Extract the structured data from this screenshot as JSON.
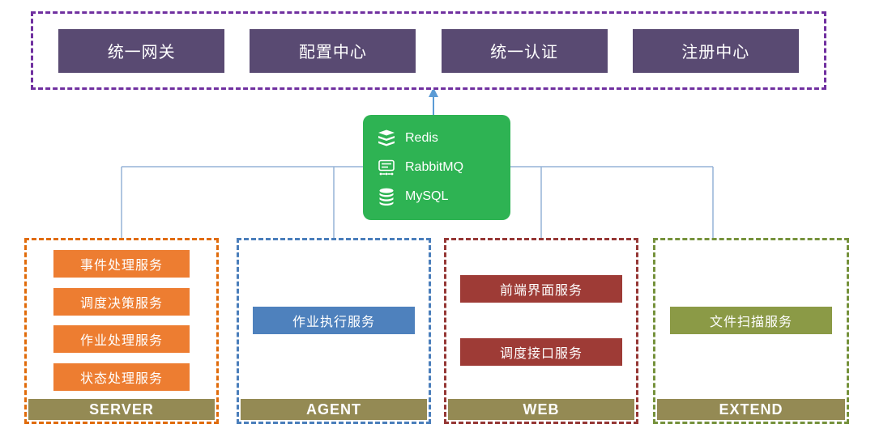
{
  "top": {
    "items": [
      {
        "label": "统一网关"
      },
      {
        "label": "配置中心"
      },
      {
        "label": "统一认证"
      },
      {
        "label": "注册中心"
      }
    ]
  },
  "middleware": {
    "items": [
      {
        "label": "Redis",
        "icon": "redis-icon"
      },
      {
        "label": "RabbitMQ",
        "icon": "rabbitmq-icon"
      },
      {
        "label": "MySQL",
        "icon": "mysql-icon"
      }
    ]
  },
  "groups": [
    {
      "label": "SERVER",
      "services": [
        "事件处理服务",
        "调度决策服务",
        "作业处理服务",
        "状态处理服务"
      ]
    },
    {
      "label": "AGENT",
      "services": [
        "作业执行服务"
      ]
    },
    {
      "label": "WEB",
      "services": [
        "前端界面服务",
        "调度接口服务"
      ]
    },
    {
      "label": "EXTEND",
      "services": [
        "文件扫描服务"
      ]
    }
  ],
  "palette": {
    "top_box": "#594a72",
    "top_border": "#7030a0",
    "middleware_green": "#2eb353",
    "server_orange": "#ed7d31",
    "server_border": "#e06b0a",
    "agent_blue": "#4e81bd",
    "agent_border": "#4a7ebb",
    "web_red": "#9e3b36",
    "web_border": "#953735",
    "extend_olive": "#8b9a46",
    "extend_border": "#76923c",
    "group_label_bar": "#948a54",
    "connector": "#95b3d7",
    "arrow": "#5b9bd5"
  }
}
